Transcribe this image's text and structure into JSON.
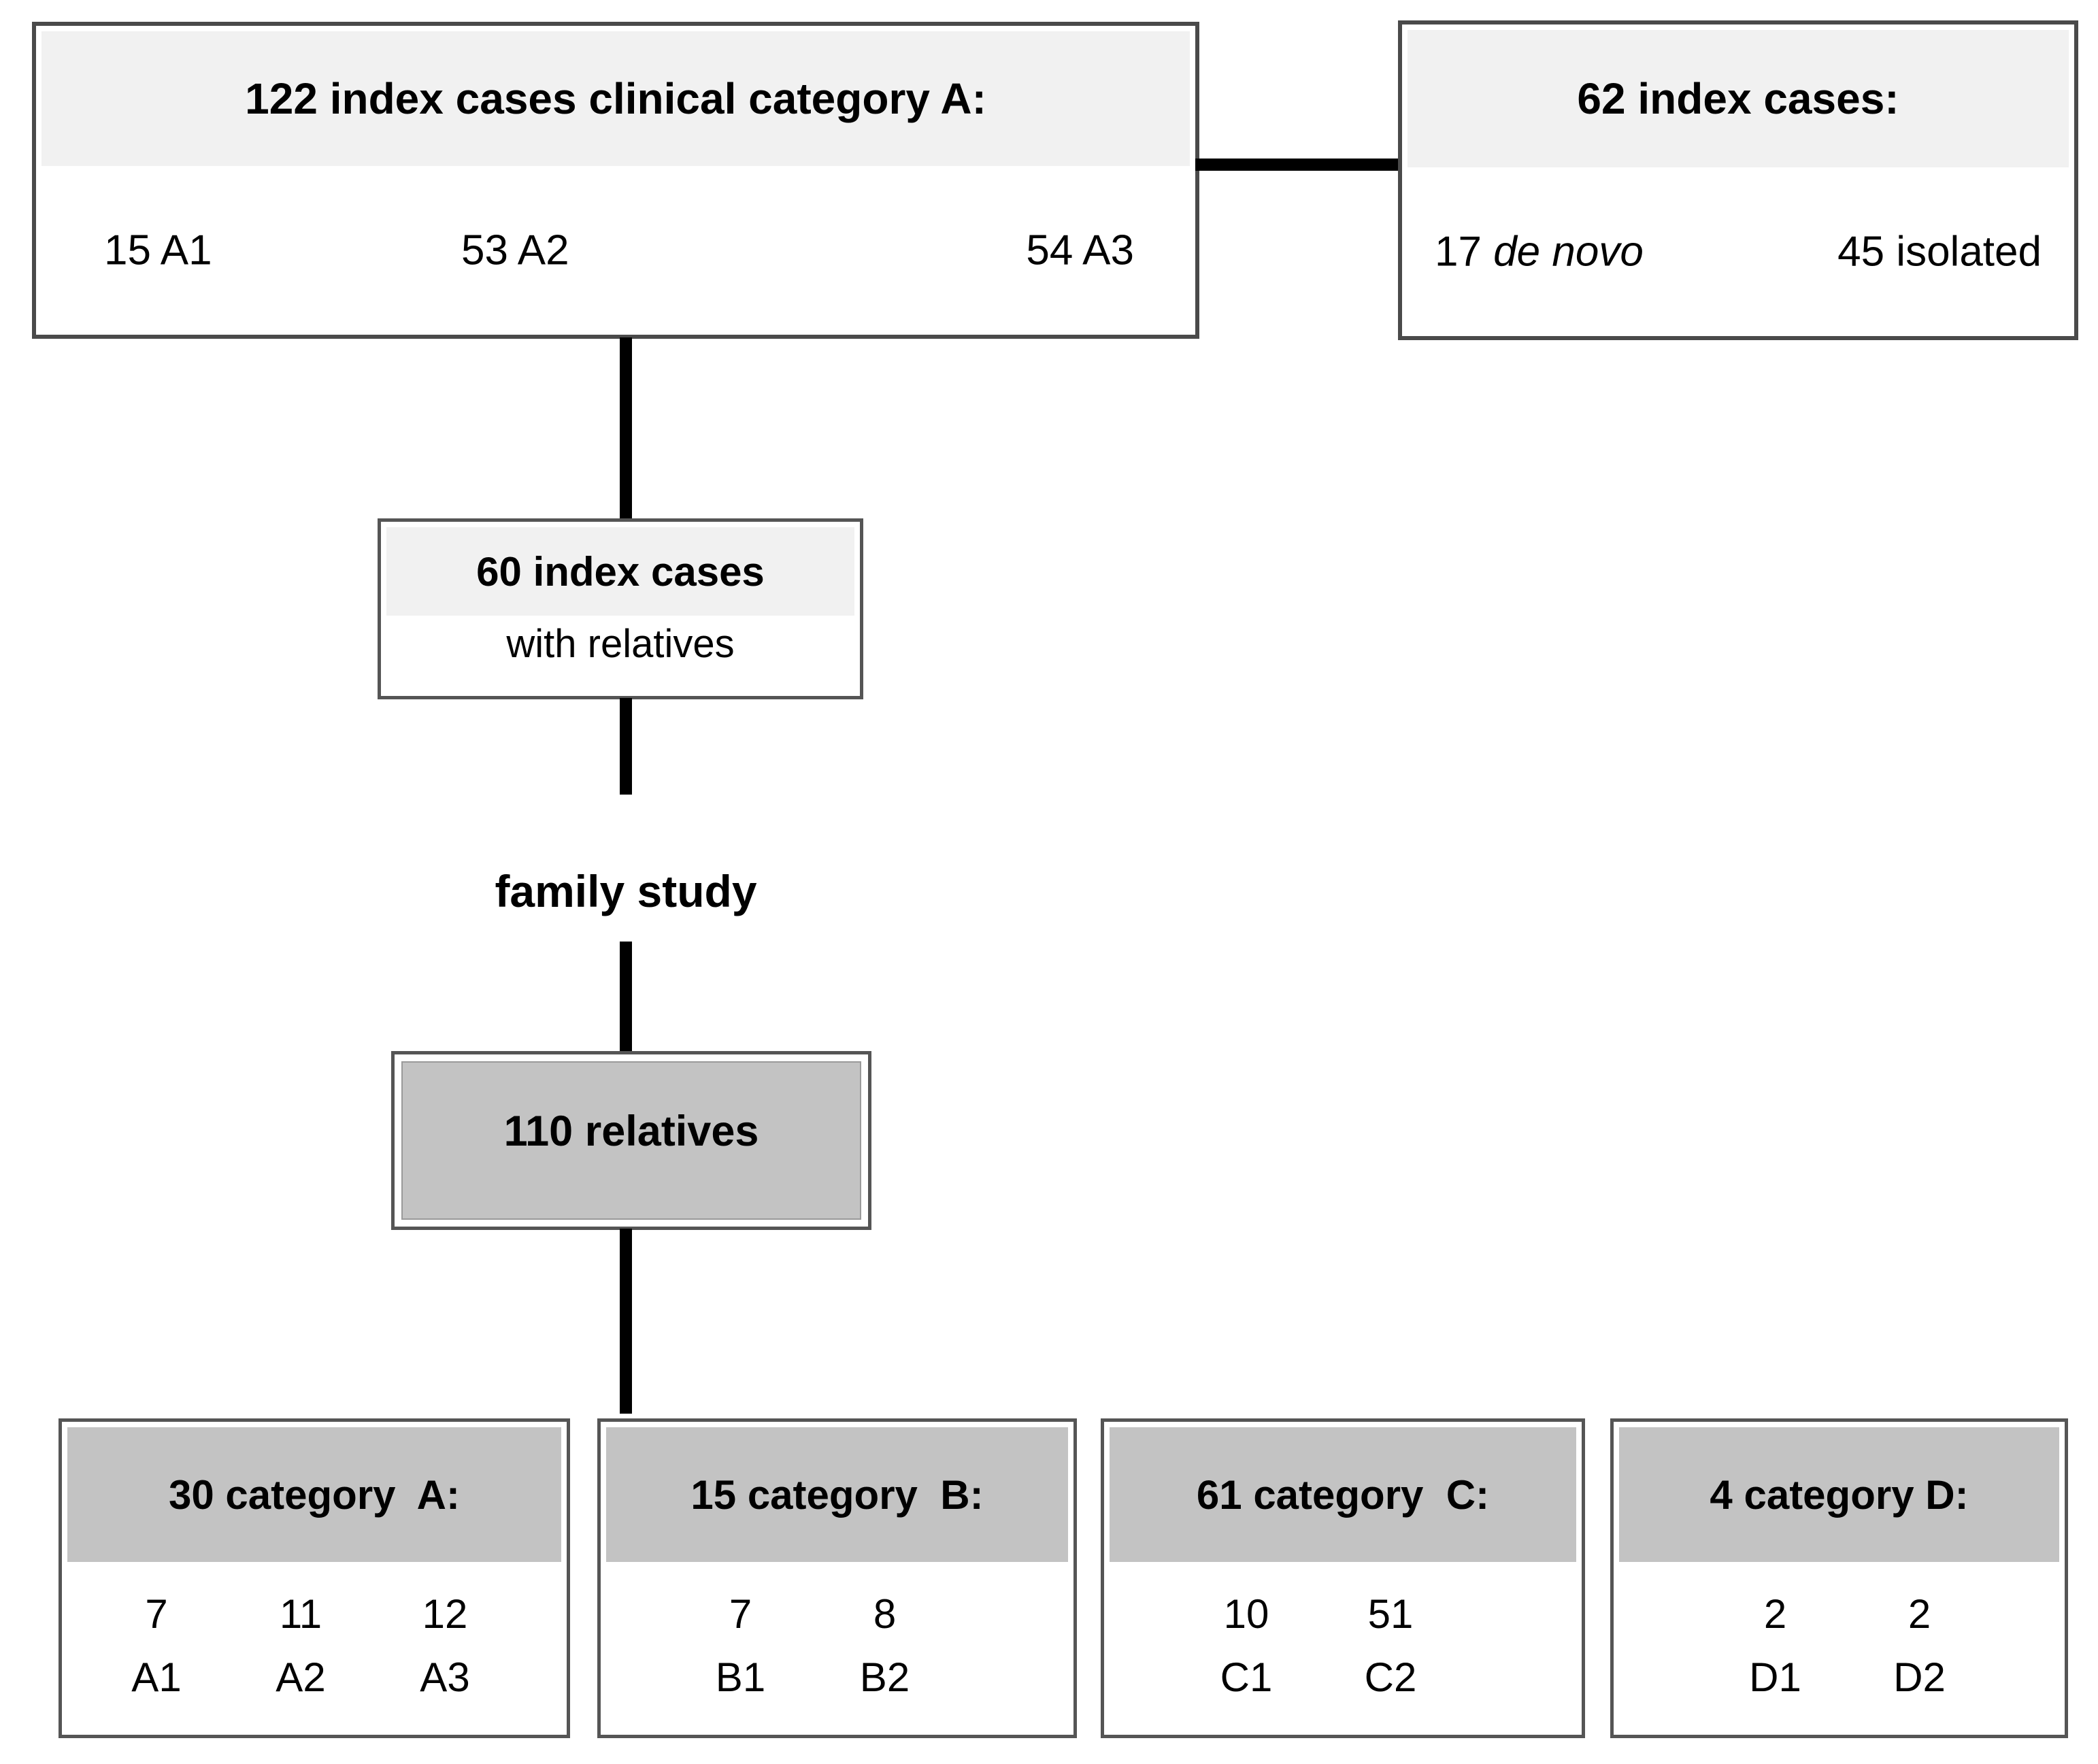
{
  "diagram": {
    "top_left_box": {
      "title": "122 index cases clinical category A:",
      "values": [
        "15 A1",
        "53 A2",
        "54 A3"
      ]
    },
    "top_right_box": {
      "title": "62 index cases:",
      "value1_number": "17 ",
      "value1_label": "de novo",
      "value2": "45 isolated"
    },
    "index_cases_box": {
      "title": "60 index cases",
      "subtitle": "with relatives"
    },
    "family_study_label": "family study",
    "relatives_box": {
      "title": "110 relatives"
    },
    "category_boxes": [
      {
        "title": "30 category  A:",
        "numbers": [
          "7",
          "11",
          "12"
        ],
        "labels": [
          "A1",
          "A2",
          "A3"
        ]
      },
      {
        "title": "15 category  B:",
        "numbers": [
          "7",
          "8"
        ],
        "labels": [
          "B1",
          "B2"
        ]
      },
      {
        "title": "61 category  C:",
        "numbers": [
          "10",
          "51"
        ],
        "labels": [
          "C1",
          "C2"
        ]
      },
      {
        "title": "4 category D:",
        "numbers": [
          "2",
          "2"
        ],
        "labels": [
          "D1",
          "D2"
        ]
      }
    ],
    "colors": {
      "light_header": "#f1f1f1",
      "gray_header": "#c3c3c3",
      "box_border": "#4a4a4a",
      "connector_line": "#000000"
    }
  }
}
